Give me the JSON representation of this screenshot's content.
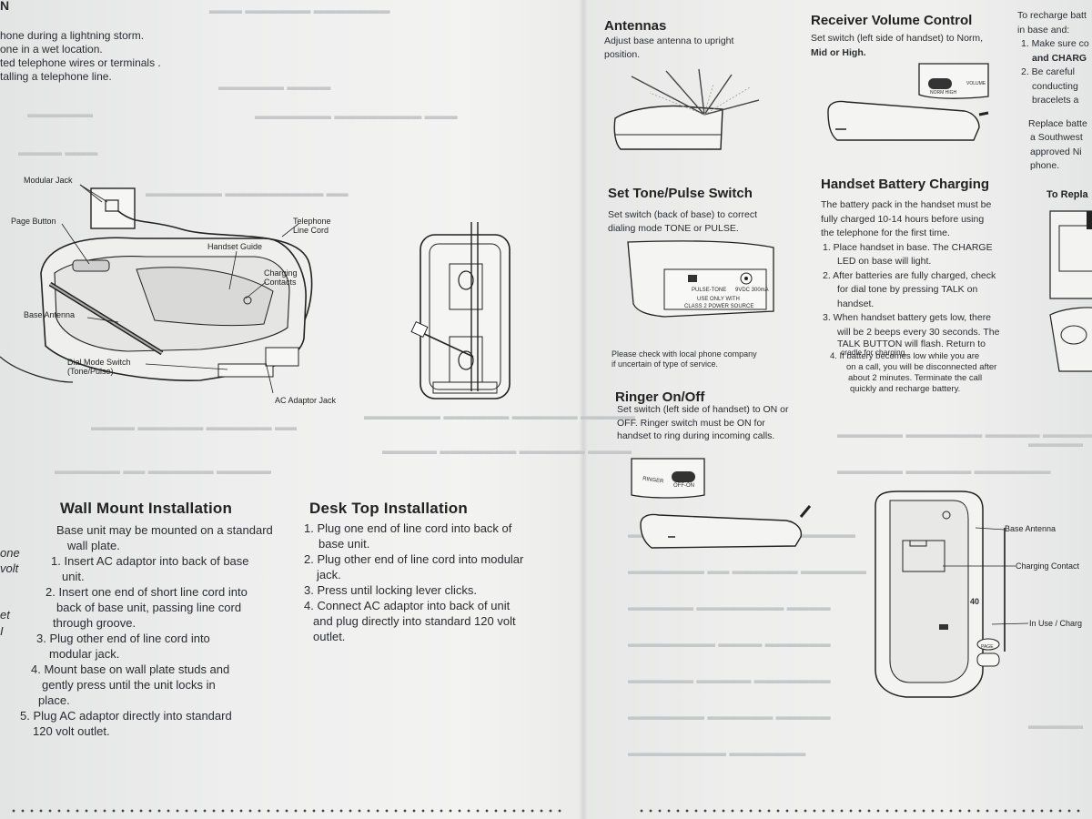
{
  "left_page": {
    "corner_letter": "N",
    "warnings": [
      "hone during a lightning storm.",
      "one in a wet location.",
      "ted telephone wires or terminals .",
      "talling a telephone line."
    ],
    "base_labels": {
      "modular_jack": "Modular Jack",
      "page_button": "Page Button",
      "telephone_line_cord": [
        "Telephone",
        "Line Cord"
      ],
      "handset_guide": "Handset Guide",
      "charging_contacts": [
        "Charging",
        "Contacts"
      ],
      "base_antenna": "Base Antenna",
      "dial_mode_switch": [
        "Dial Mode Switch",
        "(Tone/Pulse)"
      ],
      "ac_adaptor_jack": "AC Adaptor Jack"
    },
    "margin_fragments": [
      "one",
      "volt",
      "et",
      "I"
    ],
    "wall_mount": {
      "title": "Wall Mount Installation",
      "intro": [
        "Base unit may be mounted on a standard",
        "wall plate."
      ],
      "steps": [
        [
          "1. Insert AC adaptor into back of base",
          "unit."
        ],
        [
          "2. Insert one end of short line cord into",
          "back of base unit, passing line cord",
          "through groove."
        ],
        [
          "3. Plug other end of line cord into",
          "modular jack."
        ],
        [
          "4. Mount base on wall plate studs and",
          "gently press until the unit locks in",
          "place."
        ],
        [
          "5. Plug AC adaptor directly into standard",
          "120 volt outlet."
        ]
      ]
    },
    "desk_top": {
      "title": "Desk Top Installation",
      "steps": [
        [
          "1. Plug one end of line cord into back of",
          "base unit."
        ],
        [
          "2. Plug other end of line cord into modular",
          "jack."
        ],
        [
          "3. Press until locking lever clicks."
        ],
        [
          "4. Connect AC adaptor into back of unit",
          "and plug directly into standard 120 volt",
          "outlet."
        ]
      ]
    }
  },
  "right_page": {
    "antennas": {
      "title": "Antennas",
      "body": [
        "Adjust base antenna to upright",
        "position."
      ]
    },
    "receiver_volume": {
      "title": "Receiver Volume Control",
      "body": [
        "Set switch (left side of handset) to Norm,",
        "Mid or High."
      ],
      "switch_labels": [
        "NORM HIGH",
        "VOLUME"
      ]
    },
    "recharge_note": {
      "lines": [
        "To recharge batt",
        "in base and:",
        "1. Make sure co",
        "and CHARG",
        "2. Be careful",
        "conducting",
        "bracelets a",
        "Replace batte",
        "a Southwest",
        "approved Ni",
        "phone."
      ]
    },
    "tone_pulse": {
      "title": "Set Tone/Pulse Switch",
      "body": [
        "Set switch (back of base) to correct",
        "dialing mode TONE or PULSE."
      ],
      "panel_labels": [
        "PULSE-TONE",
        "9VDC 300mA",
        "USE ONLY WITH",
        "CLASS 2 POWER SOURCE"
      ],
      "note": [
        "Please check with local phone company",
        "if uncertain of type of service."
      ]
    },
    "battery_charging": {
      "title": "Handset Battery Charging",
      "intro": [
        "The battery pack in the handset must be",
        "fully charged 10-14 hours before  using",
        "the telephone for the first time."
      ],
      "steps": [
        [
          "1. Place handset in base. The CHARGE",
          "LED on base will light."
        ],
        [
          "2. After batteries are fully charged, check",
          "for dial tone by pressing TALK on",
          "handset."
        ],
        [
          "3. When handset battery gets low, there",
          "will be 2 beeps every 30 seconds. The",
          "TALK BUTTON will flash. Return to",
          "cradle for charging."
        ],
        [
          "4. If battery becomes low while you are",
          "on a call, you will be disconnected after",
          "about 2 minutes. Terminate the call",
          "quickly and recharge battery."
        ]
      ]
    },
    "to_replace": {
      "title": "To Repla"
    },
    "ringer": {
      "title": "Ringer On/Off",
      "body": [
        "Set switch (left side of handset) to ON or",
        "OFF. Ringer switch must be ON for",
        "handset to ring during incoming calls."
      ],
      "switch_labels": [
        "RINGER",
        "OFF-ON"
      ]
    },
    "handset_labels": {
      "base_antenna": "Base Antenna",
      "charging_contact": "Charging Contact",
      "in_use": "In Use / Charg",
      "model": "40",
      "page": "PAGE"
    }
  }
}
